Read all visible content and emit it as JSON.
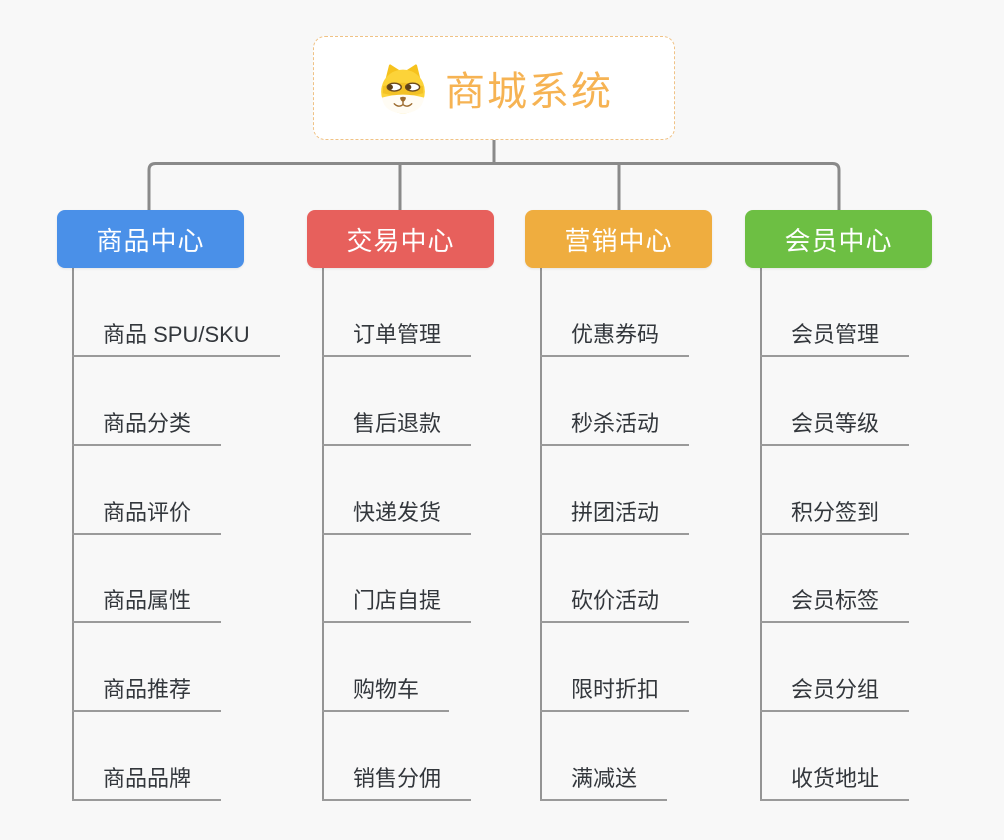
{
  "page": {
    "background_color": "#f8f8f8"
  },
  "colors": {
    "connector": "#8a8a8a",
    "spine": "#949494",
    "leaf_underline": "#9a9a9a",
    "leaf_text": "#33373c",
    "root_text": "#f6b353",
    "root_border": "#f0c285"
  },
  "root": {
    "title": "商城系统",
    "icon": "dog-face-icon"
  },
  "branches": [
    {
      "label": "商品中心",
      "color": "#4a90e8",
      "children": [
        "商品 SPU/SKU",
        "商品分类",
        "商品评价",
        "商品属性",
        "商品推荐",
        "商品品牌"
      ]
    },
    {
      "label": "交易中心",
      "color": "#e7605c",
      "children": [
        "订单管理",
        "售后退款",
        "快递发货",
        "门店自提",
        "购物车",
        "销售分佣"
      ]
    },
    {
      "label": "营销中心",
      "color": "#efad3f",
      "children": [
        "优惠券码",
        "秒杀活动",
        "拼团活动",
        "砍价活动",
        "限时折扣",
        "满减送"
      ]
    },
    {
      "label": "会员中心",
      "color": "#6dbf43",
      "children": [
        "会员管理",
        "会员等级",
        "积分签到",
        "会员标签",
        "会员分组",
        "收货地址"
      ]
    }
  ]
}
